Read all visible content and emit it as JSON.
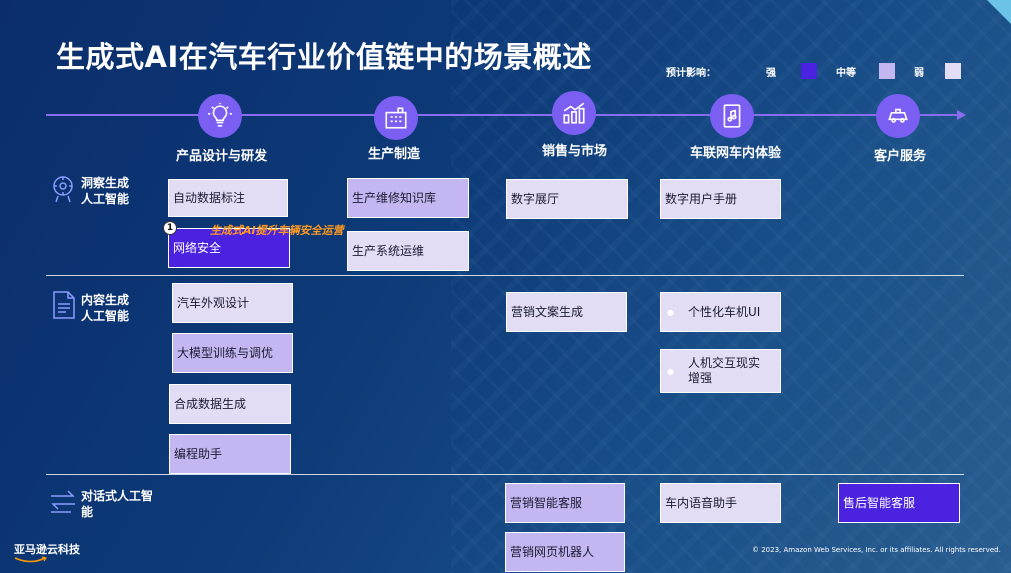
{
  "title": "生成式AI在汽车行业价值链中的场景概述",
  "legend": {
    "label": "预计影响：",
    "items": [
      {
        "label": "强",
        "color": "#4a22e0"
      },
      {
        "label": "中等",
        "color": "#c4b6f0"
      },
      {
        "label": "弱",
        "color": "#e3dcf5"
      }
    ]
  },
  "stages": [
    {
      "label": "产品设计与研发",
      "icon": "lightbulb-icon"
    },
    {
      "label": "生产制造",
      "icon": "factory-icon"
    },
    {
      "label": "销售与市场",
      "icon": "chart-icon"
    },
    {
      "label": "车联网车内体验",
      "icon": "tablet-music-icon"
    },
    {
      "label": "客户服务",
      "icon": "car-service-icon"
    }
  ],
  "rows": [
    {
      "label": "洞察生成\n人工智能",
      "icon": "brain-icon"
    },
    {
      "label": "内容生成\n人工智能",
      "icon": "document-icon"
    },
    {
      "label": "对话式人工智\n能",
      "icon": "conversation-arrows-icon"
    }
  ],
  "cells": {
    "auto_labeling": "自动数据标注",
    "network_security": "网络安全",
    "maintenance_kb": "生产维修知识库",
    "production_ops": "生产系统运维",
    "digital_showroom": "数字展厅",
    "digital_manual": "数字用户手册",
    "exterior_design": "汽车外观设计",
    "llm_finetune": "大模型训练与调优",
    "synthetic_data": "合成数据生成",
    "coding_assistant": "编程助手",
    "marketing_copy": "营销文案生成",
    "personal_ui": "个性化车机UI",
    "hmi_ar": "人机交互现实增强",
    "smart_sales_service": "营销智能客服",
    "web_robot": "营销网页机器人",
    "in_car_voice": "车内语音助手",
    "after_sales_service": "售后智能客服"
  },
  "badge": {
    "number": "1",
    "note": "生成式AI提升车辆安全运营"
  },
  "footer": {
    "brand": "亚马逊云科技",
    "copyright": "© 2023, Amazon Web Services, Inc. or its affiliates. All rights reserved."
  }
}
